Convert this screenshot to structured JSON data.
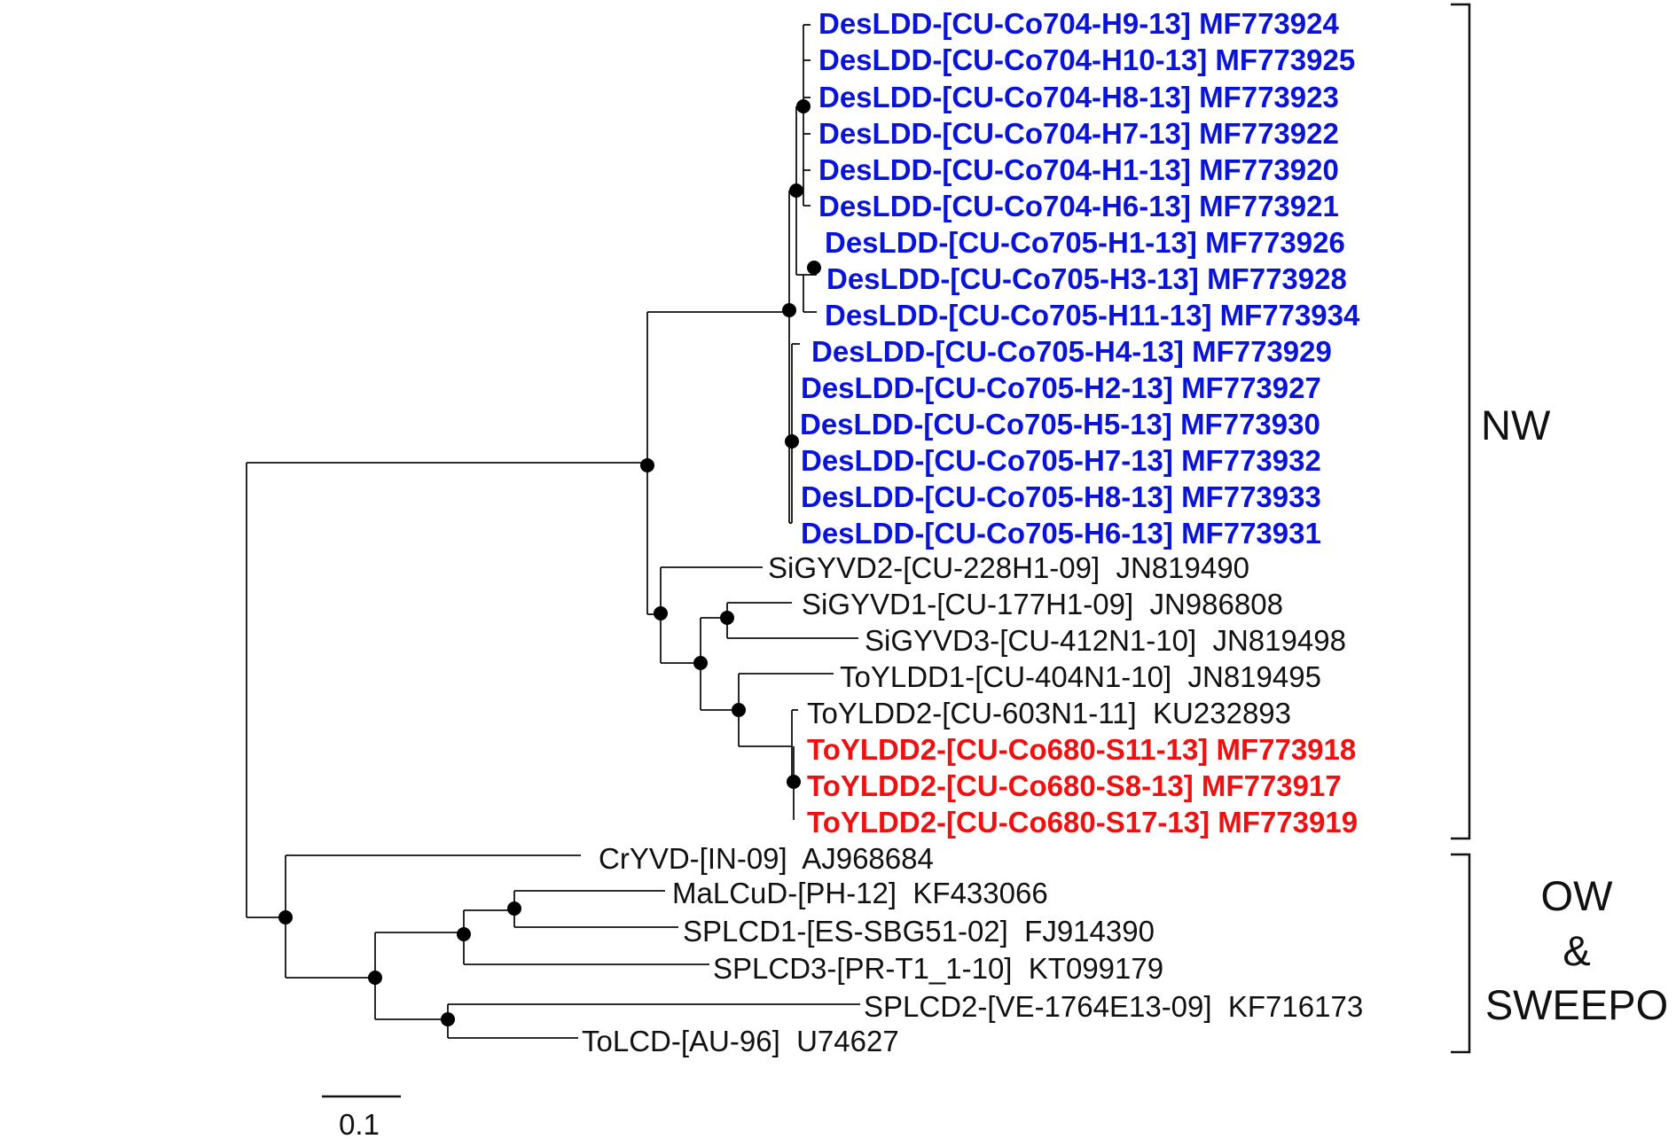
{
  "colors": {
    "new_isolate_blue": "#0a14d8",
    "new_isolate_red": "#ee1111",
    "reference_black": "#111111"
  },
  "leaves": [
    {
      "label": "DesLDD-[CU-Co704-H9-13] MF773924",
      "color": "blue"
    },
    {
      "label": "DesLDD-[CU-Co704-H10-13] MF773925",
      "color": "blue"
    },
    {
      "label": "DesLDD-[CU-Co704-H8-13] MF773923",
      "color": "blue"
    },
    {
      "label": "DesLDD-[CU-Co704-H7-13] MF773922",
      "color": "blue"
    },
    {
      "label": "DesLDD-[CU-Co704-H1-13] MF773920",
      "color": "blue"
    },
    {
      "label": "DesLDD-[CU-Co704-H6-13] MF773921",
      "color": "blue"
    },
    {
      "label": "DesLDD-[CU-Co705-H1-13] MF773926",
      "color": "blue"
    },
    {
      "label": "DesLDD-[CU-Co705-H3-13] MF773928",
      "color": "blue"
    },
    {
      "label": "DesLDD-[CU-Co705-H11-13] MF773934",
      "color": "blue"
    },
    {
      "label": "DesLDD-[CU-Co705-H4-13] MF773929",
      "color": "blue"
    },
    {
      "label": "DesLDD-[CU-Co705-H2-13] MF773927",
      "color": "blue"
    },
    {
      "label": "DesLDD-[CU-Co705-H5-13] MF773930",
      "color": "blue"
    },
    {
      "label": "DesLDD-[CU-Co705-H7-13] MF773932",
      "color": "blue"
    },
    {
      "label": "DesLDD-[CU-Co705-H8-13] MF773933",
      "color": "blue"
    },
    {
      "label": "DesLDD-[CU-Co705-H6-13] MF773931",
      "color": "blue"
    },
    {
      "label": "SiGYVD2-[CU-228H1-09]  JN819490",
      "color": "black"
    },
    {
      "label": "SiGYVD1-[CU-177H1-09]  JN986808",
      "color": "black"
    },
    {
      "label": "SiGYVD3-[CU-412N1-10]  JN819498",
      "color": "black"
    },
    {
      "label": "ToYLDD1-[CU-404N1-10]  JN819495",
      "color": "black"
    },
    {
      "label": "ToYLDD2-[CU-603N1-11]  KU232893",
      "color": "black"
    },
    {
      "label": "ToYLDD2-[CU-Co680-S11-13] MF773918",
      "color": "red"
    },
    {
      "label": "ToYLDD2-[CU-Co680-S8-13] MF773917",
      "color": "red"
    },
    {
      "label": "ToYLDD2-[CU-Co680-S17-13] MF773919",
      "color": "red"
    },
    {
      "label": "CrYVD-[IN-09]  AJ968684",
      "color": "black"
    },
    {
      "label": "MaLCuD-[PH-12]  KF433066",
      "color": "black"
    },
    {
      "label": "SPLCD1-[ES-SBG51-02]  FJ914390",
      "color": "black"
    },
    {
      "label": "SPLCD3-[PR-T1_1-10]  KT099179",
      "color": "black"
    },
    {
      "label": "SPLCD2-[VE-1764E13-09]  KF716173",
      "color": "black"
    },
    {
      "label": "ToLCD-[AU-96]  U74627",
      "color": "black"
    }
  ],
  "clades": {
    "nw": {
      "label": "NW"
    },
    "ow": {
      "line1": "OW",
      "line2": "&",
      "line3": "SWEEPO"
    }
  },
  "scale_bar": {
    "label": "0.1",
    "value": 0.1
  }
}
